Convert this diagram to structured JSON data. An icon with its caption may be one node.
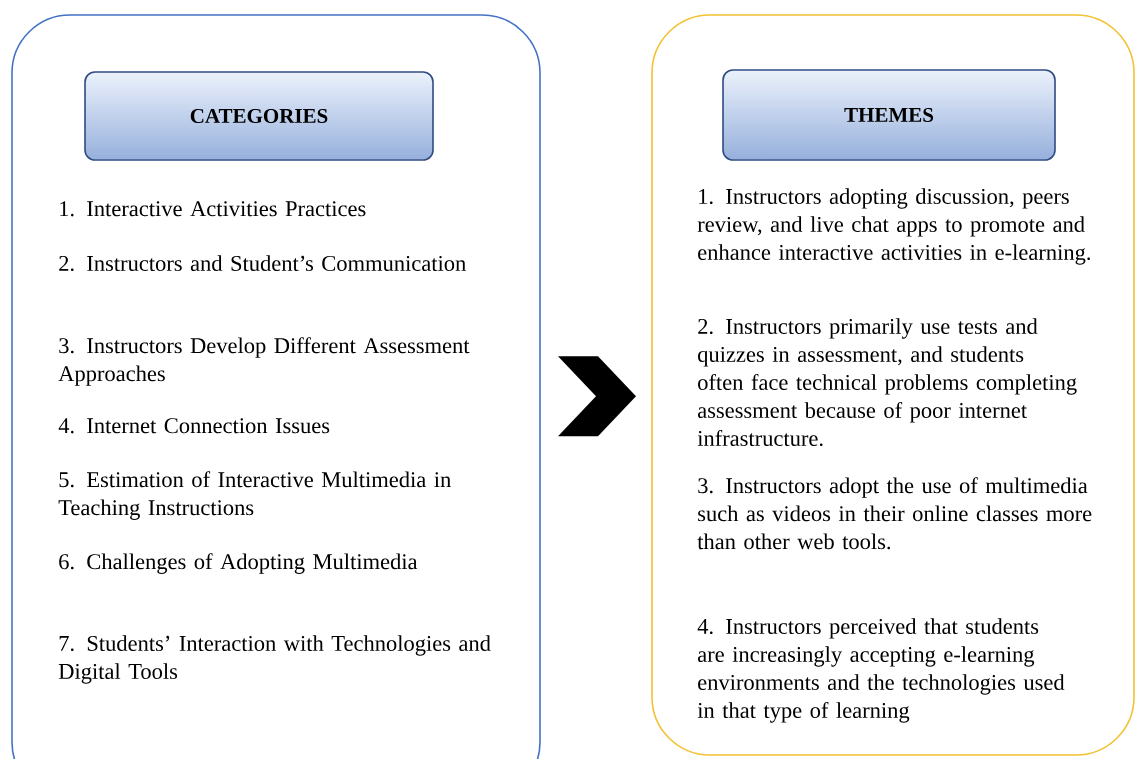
{
  "diagram": {
    "nodes": [
      {
        "text": [
          "1. Interactive Activities Practices",
          "2. Instructors and Student’s Communication",
          "3. Instructors Develop Different Assessment Approaches",
          "4. Internet Connection Issues",
          "5. Estimation of Interactive Multimedia in Teaching Instructions",
          "6.  Challenges of Adopting Multimedia",
          "7. Students’ Interaction with Technologies and Digital Tools"
        ]
      },
      {
        "text": [
          "CATEGORIES"
        ],
        "in": 0
      },
      {
        "text": [
          "1. Instructors adopting discussion, peers review, and live chat apps to promote and enhance interactive activities in e-learning.",
          "2. Instructors primarily use tests and quizzes in assessment, and students often face technical problems completing assessment because of poor internet infrastructure.",
          "3. Instructors adopt the use of multimedia such as videos in their online classes more than other web tools.",
          "4. Instructors perceived that students are increasingly accepting e-learning environments and the technologies used in that type of learning"
        ]
      },
      {
        "text": [
          "THEMES"
        ],
        "in": 2
      }
    ],
    "edges": [
      {
        "from": 0,
        "to": 2,
        "arrow": "to"
      }
    ]
  }
}
